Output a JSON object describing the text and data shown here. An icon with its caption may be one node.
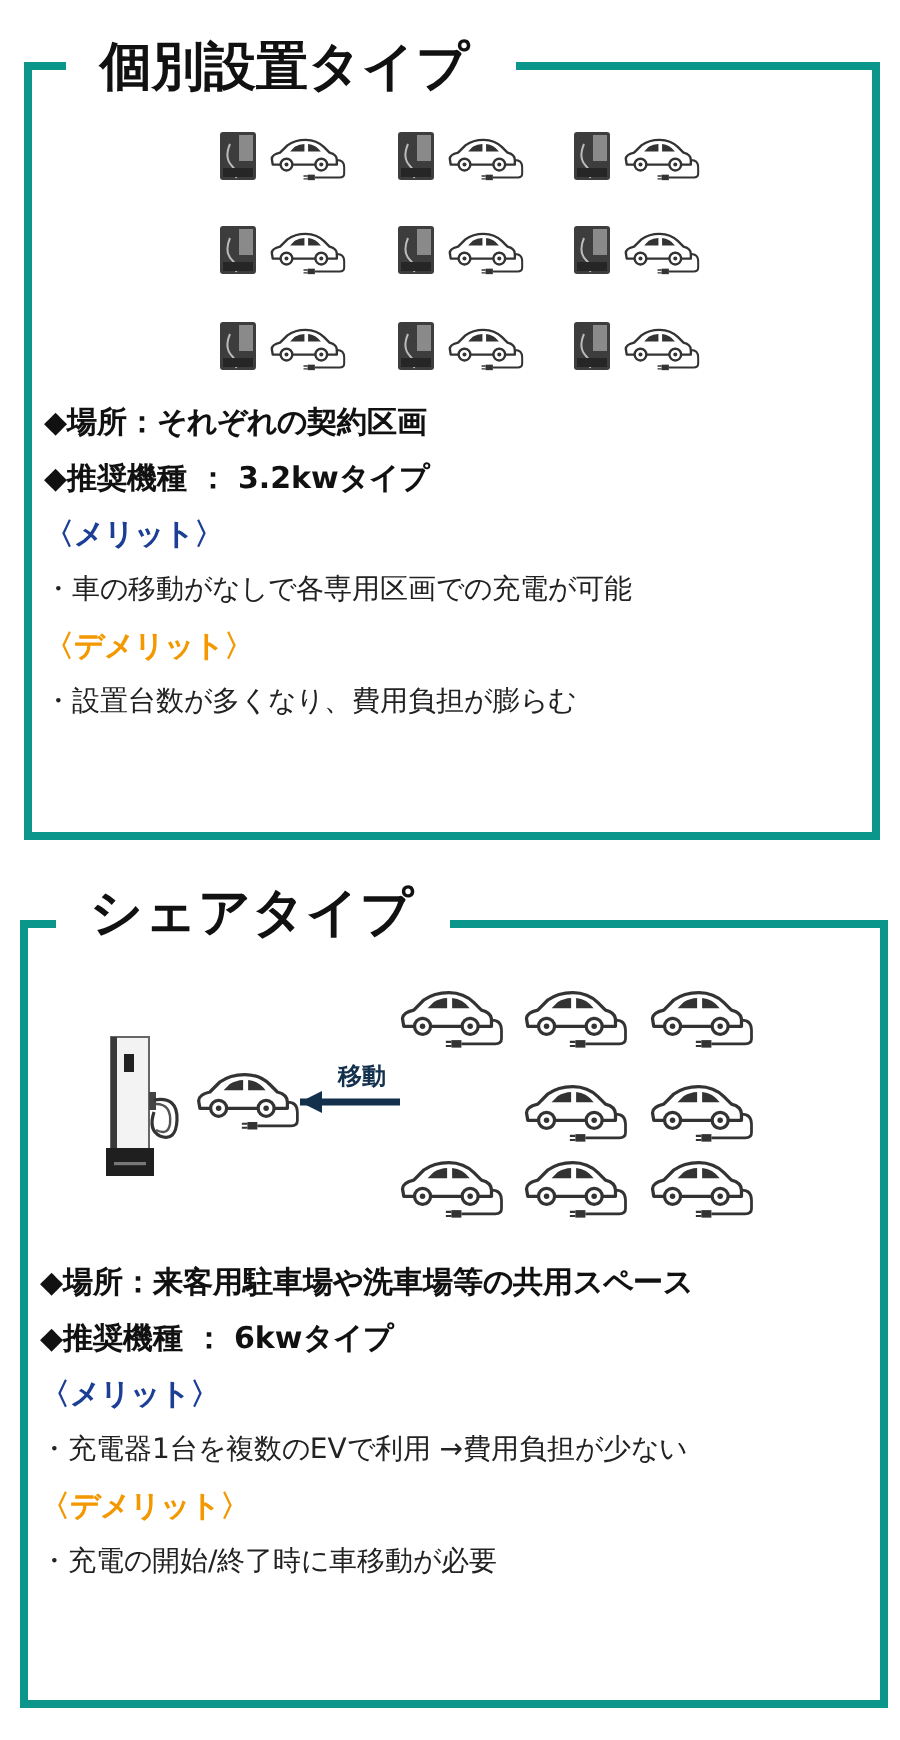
{
  "diagram": {
    "nodes": [
      {
        "text": [
          "個別設置タイプ",
          "◆場所：それぞれの契約区画",
          "◆推奨機種 ： 3.2kwタイプ",
          "〈メリット〉",
          "・車の移動がなしで各専用区画での充電が可能",
          "〈デメリット〉",
          "・設置台数が多くなり、費用負担が膨らむ"
        ]
      },
      {
        "text": [
          "シェアタイプ",
          "◆場所：来客用駐車場や洗車場等の共用スペース",
          "◆推奨機種 ： 6kwタイプ",
          "〈メリット〉",
          "・充電器1台を複数のEVで利用 →費用負担が少ない",
          "〈デメリット〉",
          "・充電の開始/終了時に車移動が必要"
        ]
      },
      {
        "text": [],
        "shape": "picture",
        "in": 1
      },
      {
        "text": [],
        "shape": "picture",
        "in": 1
      }
    ],
    "edges": [
      {
        "from": 3,
        "to": 2,
        "arrow": "to",
        "label": "移動"
      }
    ]
  }
}
